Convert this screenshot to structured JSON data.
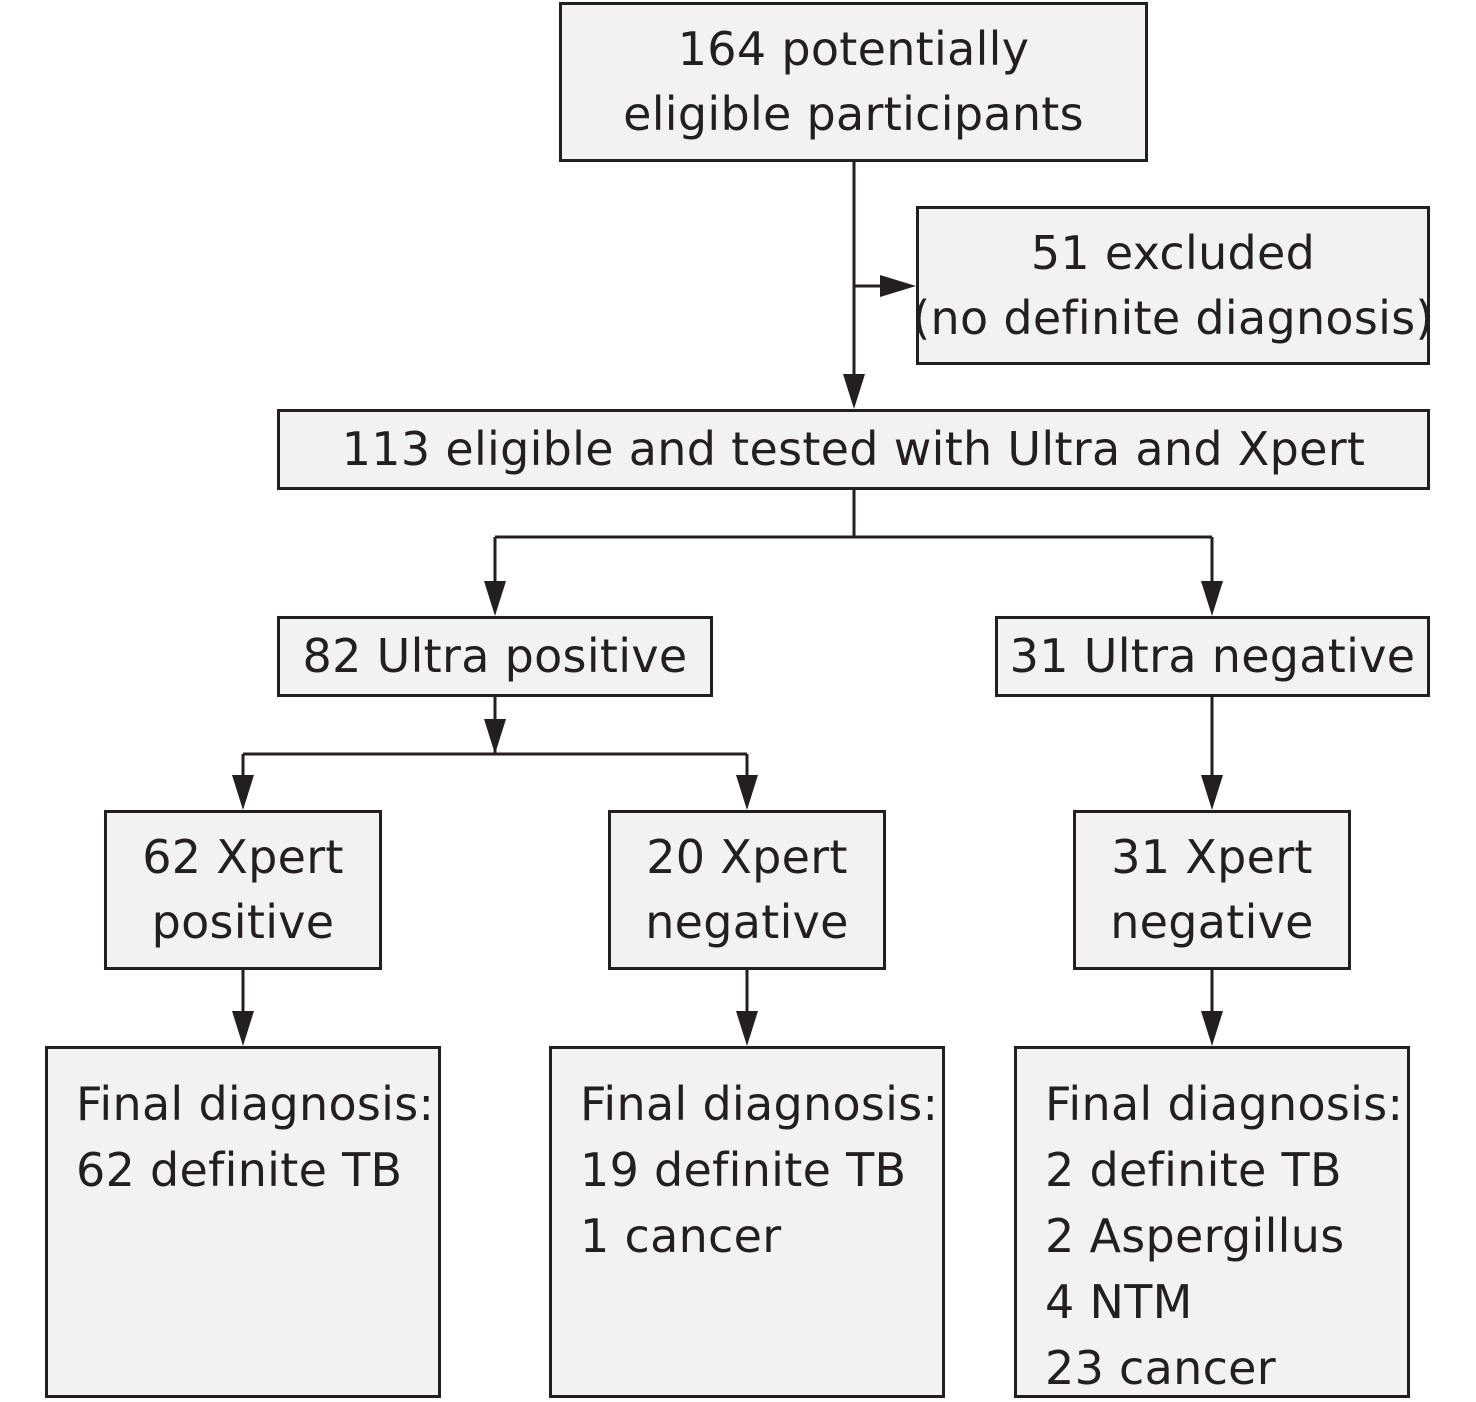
{
  "colors": {
    "box_fill": "#f2f2f2",
    "stroke": "#231f20",
    "background": "#ffffff"
  },
  "nodes": {
    "potentially_eligible": {
      "lines": [
        "164 potentially",
        "eligible participants"
      ]
    },
    "excluded": {
      "lines": [
        "51 excluded",
        "(no definite diagnosis)"
      ]
    },
    "eligible_tested": {
      "lines": [
        "113 eligible and tested with Ultra and Xpert"
      ]
    },
    "ultra_positive": {
      "lines": [
        "82 Ultra positive"
      ]
    },
    "ultra_negative": {
      "lines": [
        "31 Ultra negative"
      ]
    },
    "xpert_positive": {
      "lines": [
        "62 Xpert",
        "positive"
      ]
    },
    "xpert_negative_from_ultra_pos": {
      "lines": [
        "20 Xpert",
        "negative"
      ]
    },
    "xpert_negative_from_ultra_neg": {
      "lines": [
        "31 Xpert",
        "negative"
      ]
    },
    "final_xpert_positive": {
      "lines": [
        "Final diagnosis:",
        "62 definite TB"
      ]
    },
    "final_xpert_negative_ultra_pos": {
      "lines": [
        "Final diagnosis:",
        "19 definite TB",
        "1 cancer"
      ]
    },
    "final_xpert_negative_ultra_neg": {
      "lines": [
        "Final diagnosis:",
        "2 definite TB",
        "2 Aspergillus",
        "4 NTM",
        "23 cancer"
      ]
    }
  },
  "edges": [
    {
      "from": "potentially_eligible",
      "to": "eligible_tested"
    },
    {
      "from": "potentially_eligible",
      "to": "excluded"
    },
    {
      "from": "eligible_tested",
      "to": "ultra_positive"
    },
    {
      "from": "eligible_tested",
      "to": "ultra_negative"
    },
    {
      "from": "ultra_positive",
      "to": "xpert_positive"
    },
    {
      "from": "ultra_positive",
      "to": "xpert_negative_from_ultra_pos"
    },
    {
      "from": "ultra_negative",
      "to": "xpert_negative_from_ultra_neg"
    },
    {
      "from": "xpert_positive",
      "to": "final_xpert_positive"
    },
    {
      "from": "xpert_negative_from_ultra_pos",
      "to": "final_xpert_negative_ultra_pos"
    },
    {
      "from": "xpert_negative_from_ultra_neg",
      "to": "final_xpert_negative_ultra_neg"
    }
  ]
}
